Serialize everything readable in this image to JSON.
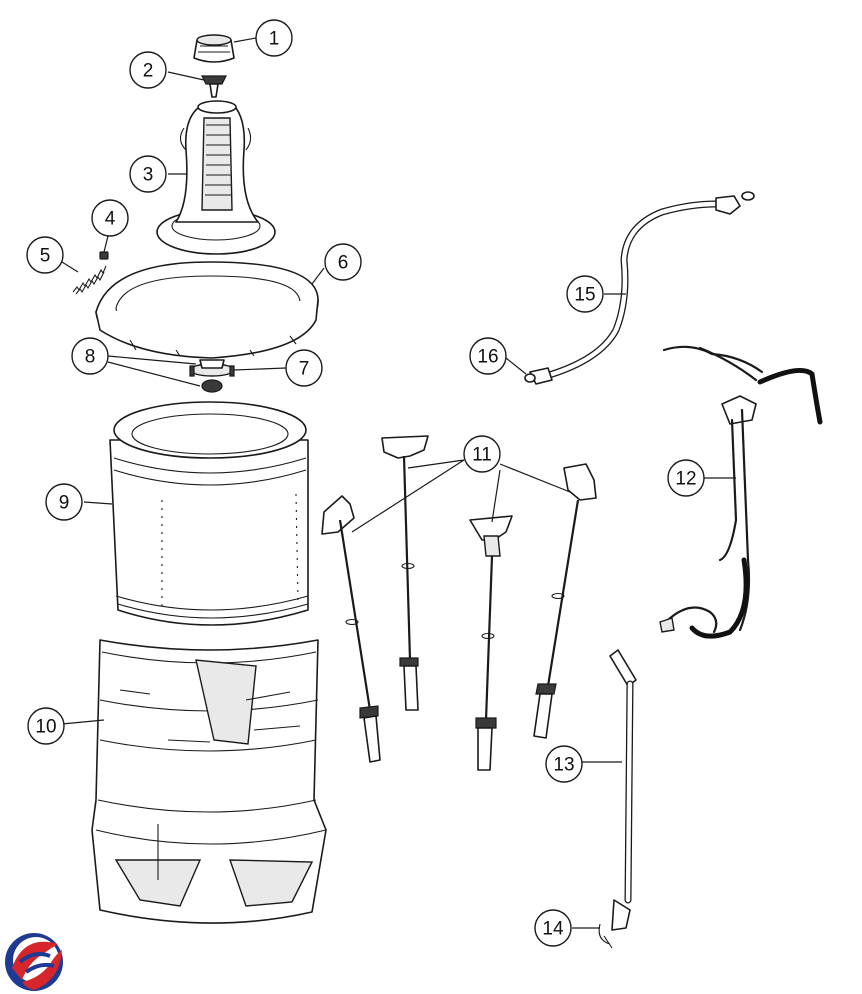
{
  "callouts": [
    {
      "id": "1",
      "label": "1"
    },
    {
      "id": "2",
      "label": "2"
    },
    {
      "id": "3",
      "label": "3"
    },
    {
      "id": "4",
      "label": "4"
    },
    {
      "id": "5",
      "label": "5"
    },
    {
      "id": "6",
      "label": "6"
    },
    {
      "id": "7",
      "label": "7"
    },
    {
      "id": "8",
      "label": "8"
    },
    {
      "id": "9",
      "label": "9"
    },
    {
      "id": "10",
      "label": "10"
    },
    {
      "id": "11",
      "label": "11"
    },
    {
      "id": "12",
      "label": "12"
    },
    {
      "id": "13",
      "label": "13"
    },
    {
      "id": "14",
      "label": "14"
    },
    {
      "id": "15",
      "label": "15"
    },
    {
      "id": "16",
      "label": "16"
    }
  ],
  "logo": {
    "icon": "brand-logo-icon",
    "colors": {
      "blue": "#1f3a93",
      "red": "#d7262b"
    }
  }
}
